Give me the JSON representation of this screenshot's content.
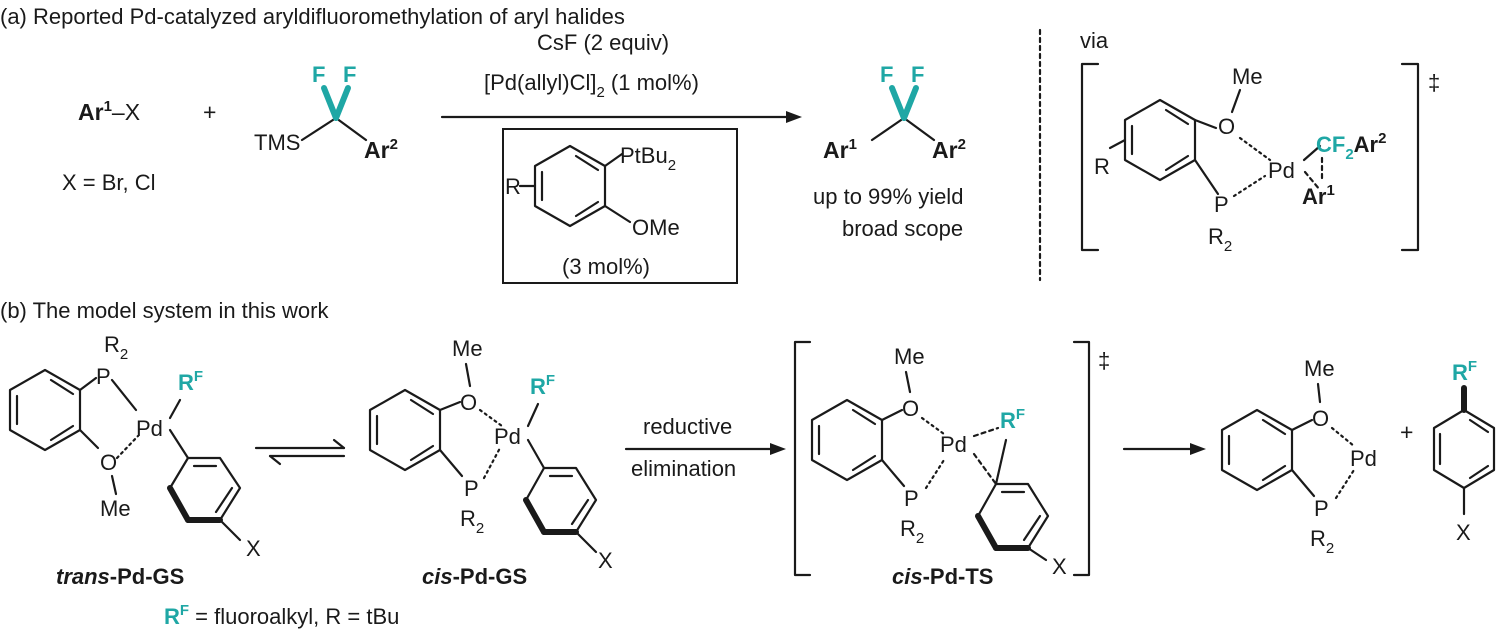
{
  "section_a": {
    "title": "(a) Reported Pd-catalyzed aryldifluoromethylation of aryl halides",
    "reagent1": "CsF (2 equiv)",
    "reagent2_main": "[Pd(allyl)Cl]",
    "reagent2_sub": "2",
    "reagent2_tail": " (1 mol%)",
    "ligand_loading": "(3 mol%)",
    "ligand_sub1": "PtBu",
    "ligand_sub1_idx": "2",
    "ligand_sub2": "OMe",
    "yield": "up to 99% yield",
    "scope": "broad scope",
    "via": "via",
    "x_note": "X = Br, Cl",
    "plus": "+",
    "dagger": "‡",
    "tms": "TMS",
    "f": "F",
    "ar": "Ar",
    "ar_sup1": "1",
    "ar_sup2": "2",
    "x": "X",
    "dash": "–",
    "r": "R",
    "me": "Me",
    "o": "O",
    "p": "P",
    "pd": "Pd",
    "r2_sub": "2",
    "cf2_c": "CF",
    "cf2_sub": "2"
  },
  "section_b": {
    "title": "(b) The model system in this work",
    "arrow_label1": "reductive",
    "arrow_label2": "elimination",
    "label_trans_italic": "trans",
    "label_trans_rest": "-Pd-GS",
    "label_cis_italic": "cis",
    "label_cis_gs_rest": "-Pd-GS",
    "label_cis_ts_rest": "-Pd-TS",
    "rf_note_tail": " = fluoroalkyl, R = tBu",
    "rf_r": "R",
    "rf_sup": "F"
  },
  "colors": {
    "accent": "#1fa7a5",
    "ink": "#1a1a1a"
  }
}
